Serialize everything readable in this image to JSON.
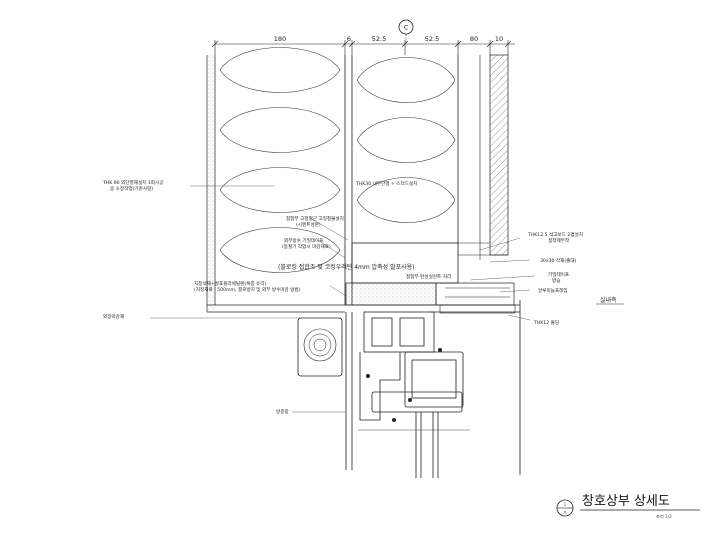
{
  "grid_marker": "C",
  "dimensions": [
    "180",
    "6",
    "52.5",
    "52.5",
    "80",
    "10"
  ],
  "labels": {
    "left_top": [
      "THK 90 외단열재설치 1회시공",
      "옹 소정작업(기준사항)"
    ],
    "center_right": "THK30 내부단열 + 스터드설치",
    "center_a": [
      "접합부 고정철근 고정철물설치",
      "(시멘트성분)"
    ],
    "center_b": [
      "외부방수 기밀테이프",
      "(동절기 작업시 마감재료)"
    ],
    "band": "(블로킹 접합조 및 코킹우레탄 4mm 압축성 발포사용)",
    "band_sub": "접합부 탄성실란트 처리",
    "low_a": "지정석재+발포폴리에틸렌(복층 유리)",
    "low_b": "(지정재료 - 500mm, 결로방지 및 외부 방수마감 방법)",
    "right_top": [
      "THK12.5 석고보드 2겹설치",
      "접착제부착"
    ],
    "right_mid": "30x30 각재(졸대)",
    "right_c": [
      "기밀테이프",
      "방습"
    ],
    "right_d": "알루미늄프레임",
    "right_e": "THK12 몰딩",
    "right_room": "실내측",
    "left_mid": "외장마감재",
    "left_low": "방충망"
  },
  "title": {
    "name": "창호상부 상세도",
    "badge_top": "1",
    "badge_bottom": "A",
    "scale": "축척   1/2"
  }
}
